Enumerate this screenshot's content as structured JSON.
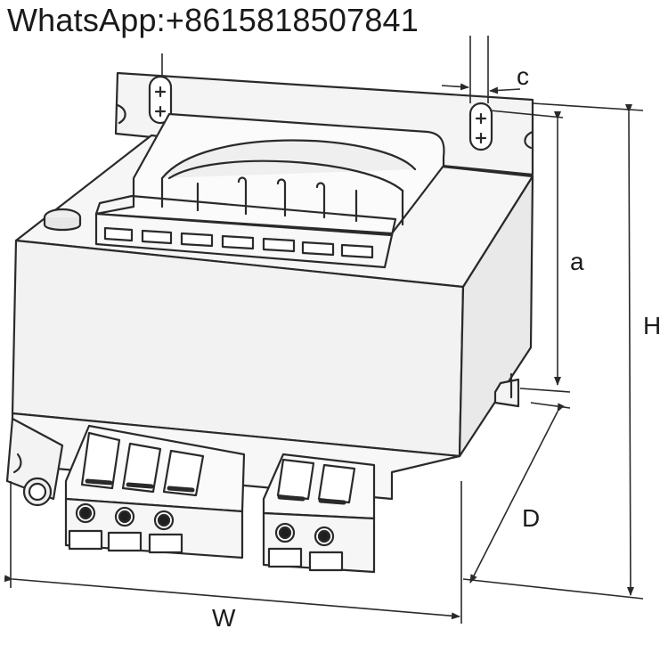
{
  "watermark": "WhatsApp:+8615818507841",
  "dimensions": {
    "width": "W",
    "height": "H",
    "depth": "D",
    "mount_spacing": "a",
    "slot_width": "c"
  },
  "colors": {
    "line": "#2a2a2a",
    "face_front": "#f2f2f2",
    "face_top": "#f6f6f6",
    "face_side": "#e9e9e9",
    "terminal": "#fafafa",
    "background": "#ffffff"
  },
  "icons": {
    "screw": "screw-icon",
    "slot": "mounting-slot-icon",
    "terminal_hole": "terminal-screw-icon"
  }
}
